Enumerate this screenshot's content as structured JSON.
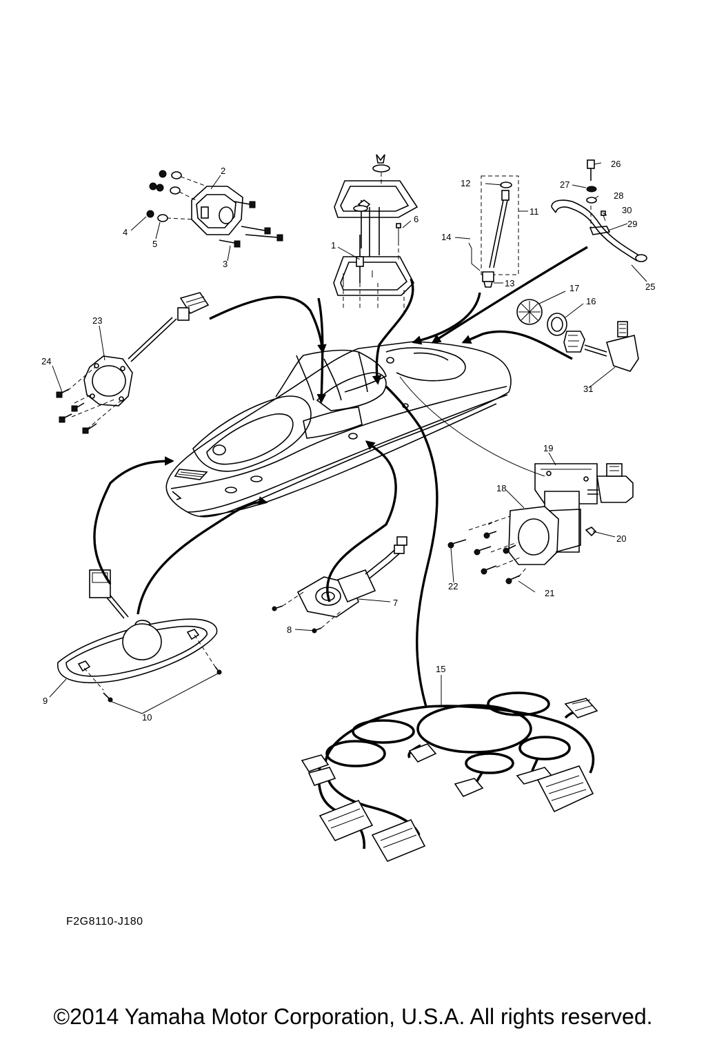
{
  "diagram": {
    "code": "F2G8110-J180",
    "copyright": "©2014 Yamaha Motor Corporation, U.S.A. All rights reserved.",
    "callouts": [
      "1",
      "2",
      "3",
      "4",
      "5",
      "6",
      "7",
      "8",
      "9",
      "10",
      "11",
      "12",
      "13",
      "14",
      "15",
      "16",
      "17",
      "18",
      "19",
      "20",
      "21",
      "22",
      "23",
      "24",
      "25",
      "26",
      "27",
      "28",
      "29",
      "30",
      "31"
    ]
  }
}
